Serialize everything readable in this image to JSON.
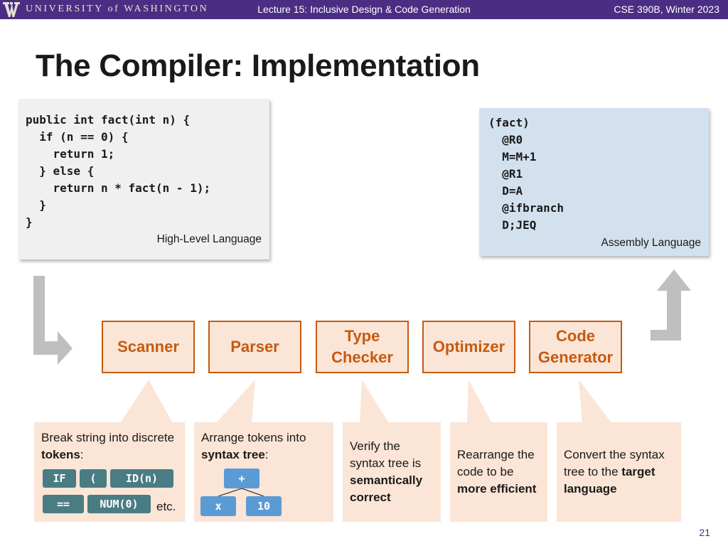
{
  "header": {
    "university": "UNIVERSITY of WASHINGTON",
    "lecture": "Lecture 15: Inclusive Design & Code Generation",
    "course": "CSE 390B, Winter 2023",
    "brand_color": "#4b2e83"
  },
  "title": "The Compiler: Implementation",
  "high_level": {
    "code": "public int fact(int n) {\n  if (n == 0) {\n    return 1;\n  } else {\n    return n * fact(n - 1);\n  }\n}",
    "label": "High-Level Language"
  },
  "assembly": {
    "code": "(fact)\n  @R0\n  M=M+1\n  @R1\n  D=A\n  @ifbranch\n  D;JEQ",
    "label": "Assembly Language"
  },
  "stages": [
    {
      "label": "Scanner"
    },
    {
      "label": "Parser"
    },
    {
      "label": "Type\nChecker"
    },
    {
      "label": "Optimizer"
    },
    {
      "label": "Code\nGenerator"
    }
  ],
  "descriptions": {
    "scanner": {
      "pre": "Break string into discrete ",
      "bold": "tokens",
      "post": ":"
    },
    "parser": {
      "pre": "Arrange tokens into ",
      "bold": "syntax tree",
      "post": ":"
    },
    "type_checker": {
      "pre": "Verify the syntax tree is ",
      "bold": "semantically correct",
      "post": ""
    },
    "optimizer": {
      "pre": "Rearrange the code to be ",
      "bold": "more efficient",
      "post": ""
    },
    "code_generator": {
      "pre": "Convert the syntax tree to the ",
      "bold": "target language",
      "post": ""
    }
  },
  "tokens": [
    "IF",
    "(",
    "ID(n)",
    "==",
    "NUM(0)"
  ],
  "tokens_more": "etc.",
  "syntax_tree": {
    "root": "+",
    "left": "x",
    "right": "10"
  },
  "colors": {
    "stage_fill": "#fbe5d6",
    "stage_border": "#c55a11",
    "token": "#4a7c84",
    "tree_node": "#5b9bd5",
    "arrow": "#bfbfbf"
  },
  "page_number": "21"
}
